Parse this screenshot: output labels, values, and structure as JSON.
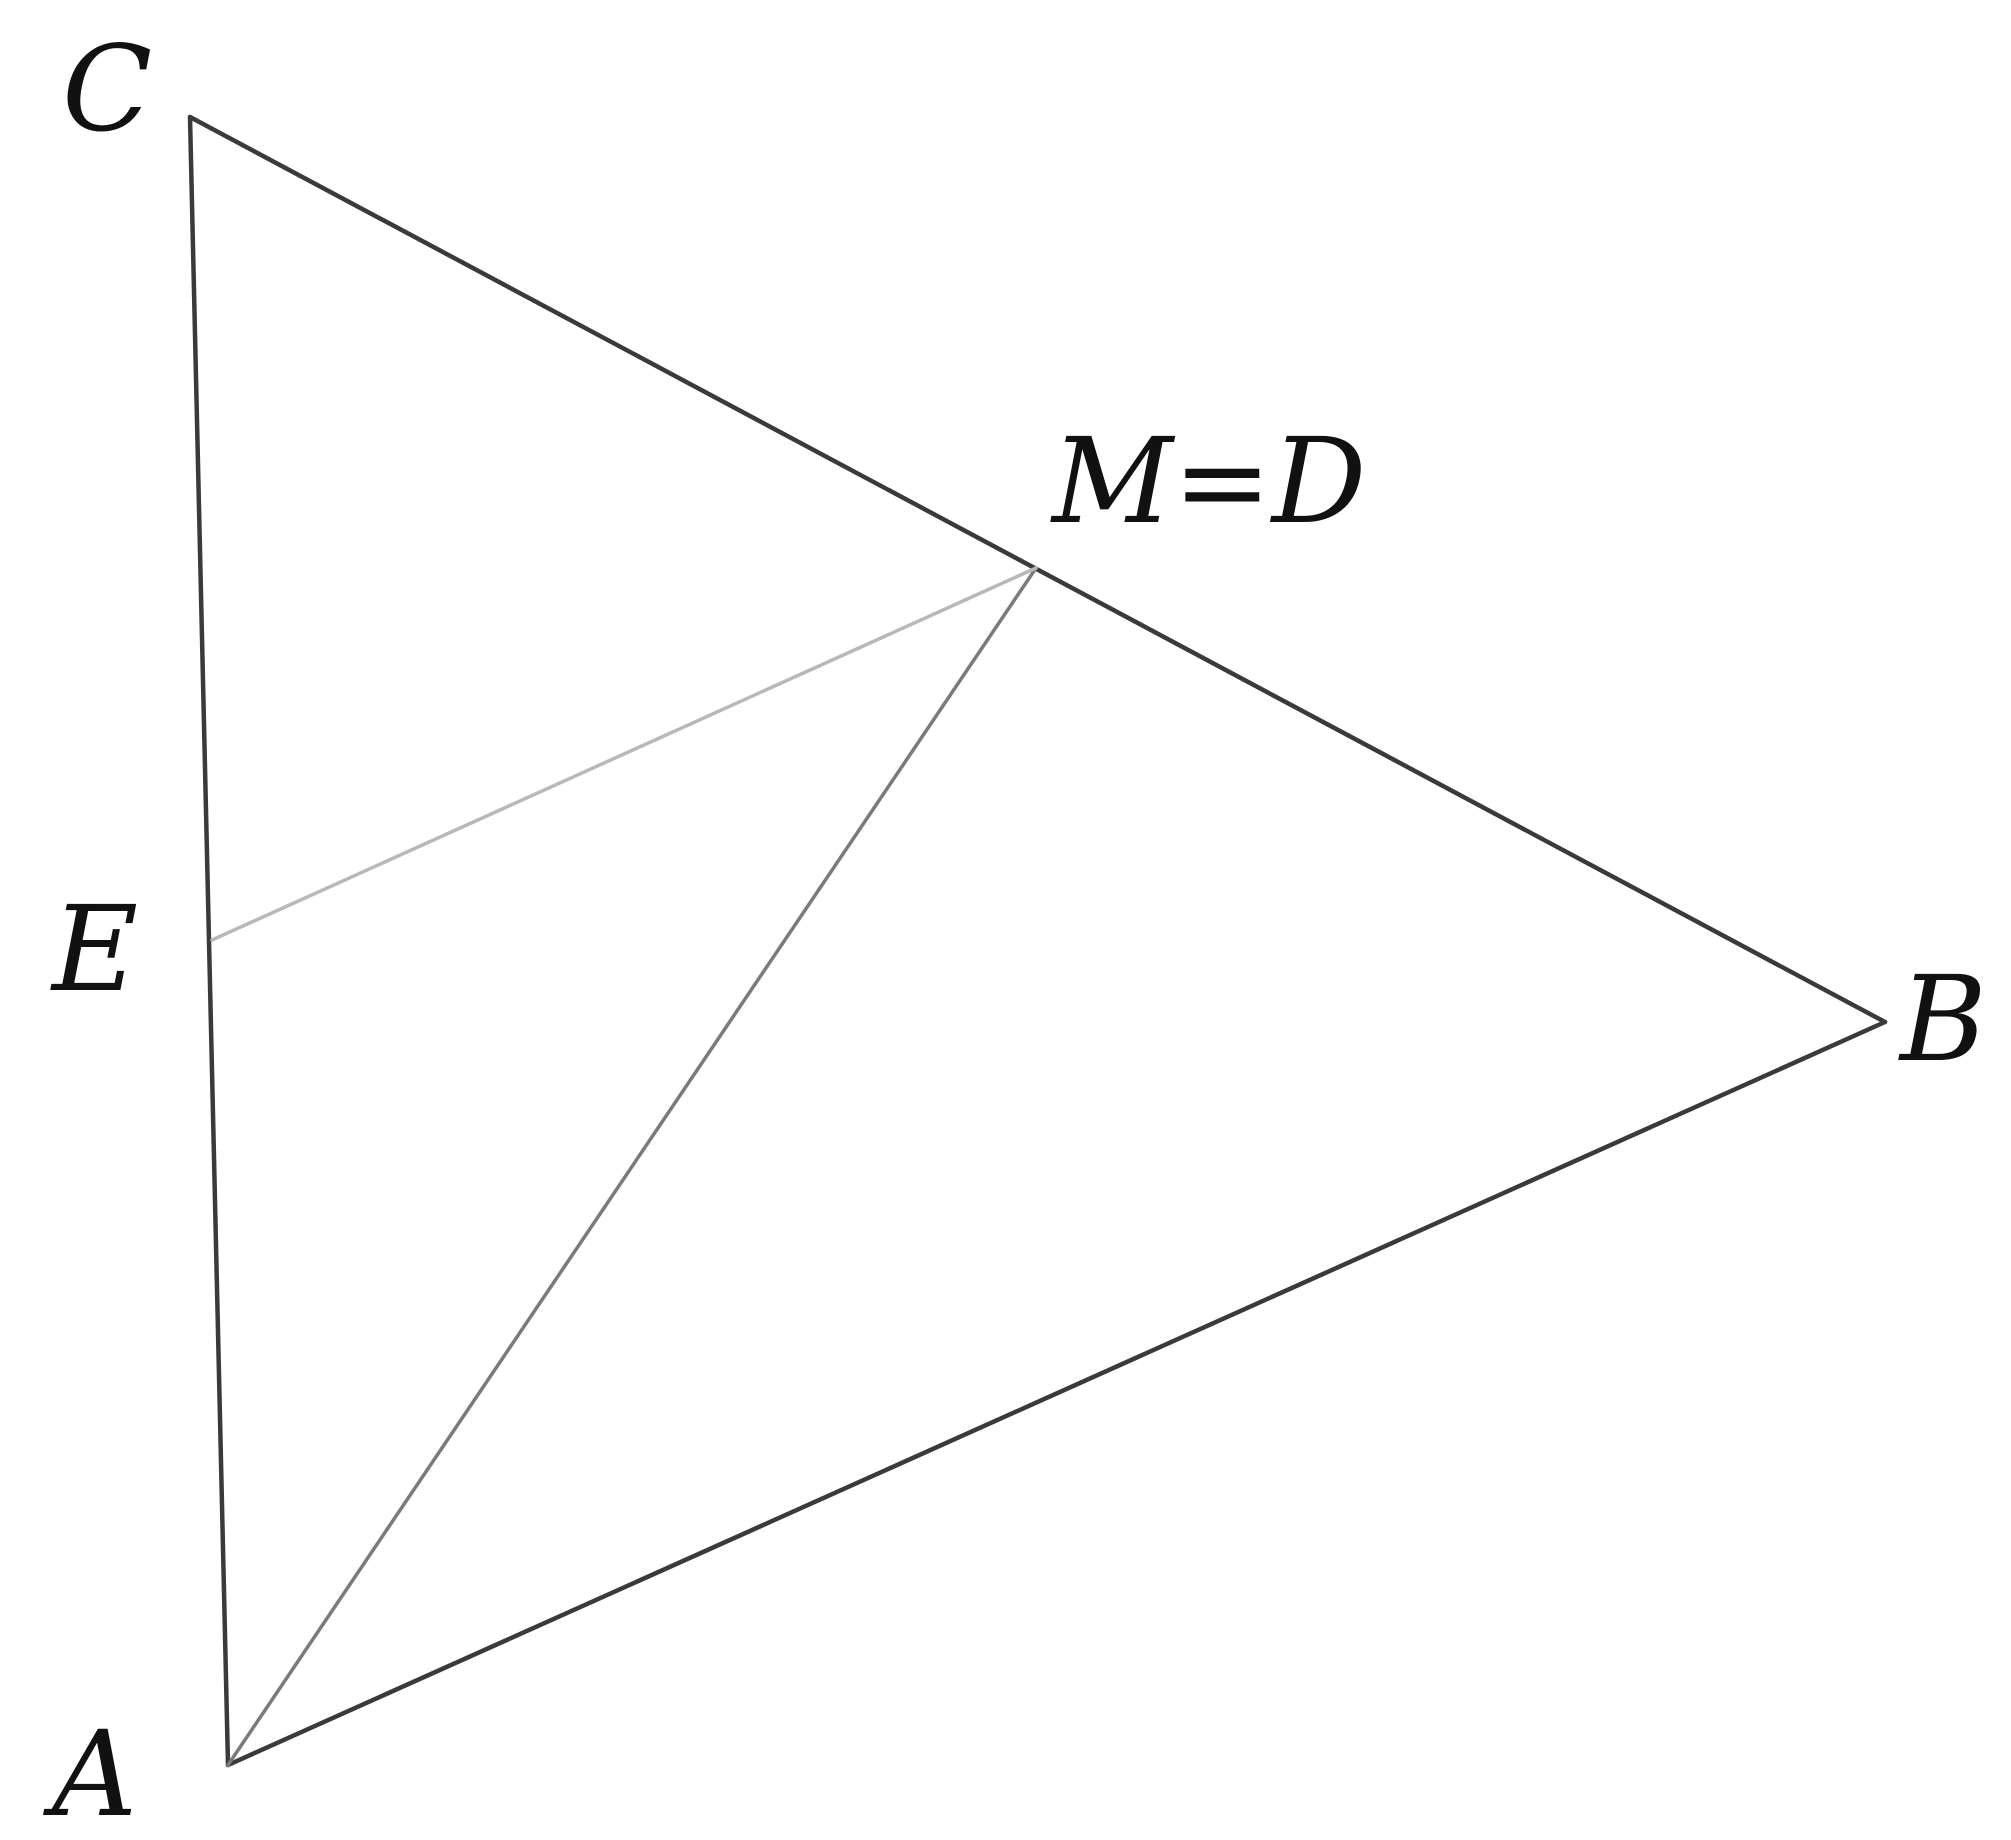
{
  "figure": {
    "labels": {
      "C": "C",
      "MD": "M=D",
      "E": "E",
      "B": "B",
      "A": "A"
    }
  }
}
